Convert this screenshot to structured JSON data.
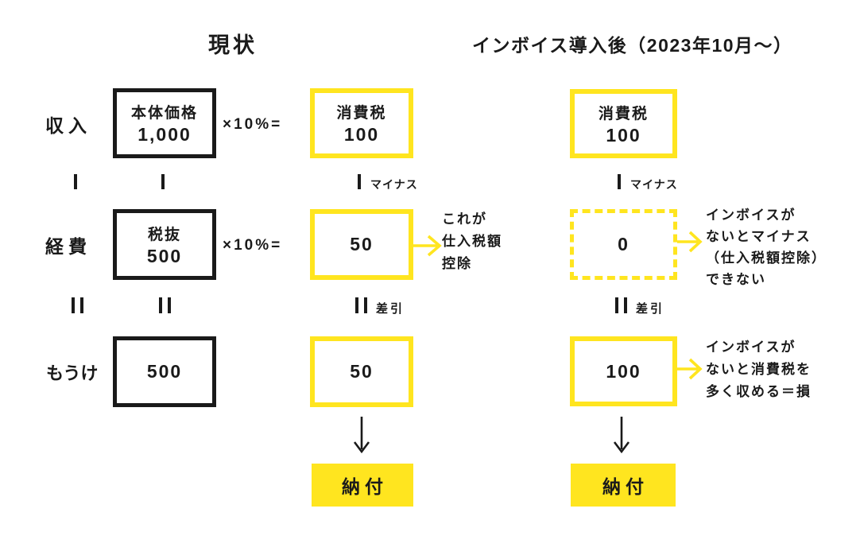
{
  "colors": {
    "yellow": "#FFE51F",
    "ink": "#1A1A1A",
    "background": "#FFFFFF"
  },
  "headers": {
    "current": "現状",
    "after_invoice": "インボイス導入後（2023年10月〜）"
  },
  "row_labels": {
    "income": "収入",
    "expense": "経費",
    "profit": "もうけ"
  },
  "operators": {
    "multiply_rate": "×10%=",
    "minus_label": "マイナス",
    "subtract_label": "差引"
  },
  "current_column": {
    "income_base": {
      "title": "本体価格",
      "value": "1,000"
    },
    "income_tax": {
      "title": "消費税",
      "value": "100"
    },
    "expense_base": {
      "title": "税抜",
      "value": "500"
    },
    "expense_tax_value": "50",
    "expense_note": {
      "line1": "これが",
      "line2": "仕入税額",
      "line3": "控除"
    },
    "profit_base_value": "500",
    "profit_tax_value": "50",
    "payment_label": "納付"
  },
  "invoice_column": {
    "income_tax": {
      "title": "消費税",
      "value": "100"
    },
    "expense_tax_value": "0",
    "expense_note": {
      "line1": "インボイスが",
      "line2": "ないとマイナス",
      "line3": "（仕入税額控除）",
      "line4": "できない"
    },
    "profit_tax_value": "100",
    "profit_note": {
      "line1": "インボイスが",
      "line2": "ないと消費税を",
      "line3": "多く収める＝損"
    },
    "payment_label": "納付"
  }
}
